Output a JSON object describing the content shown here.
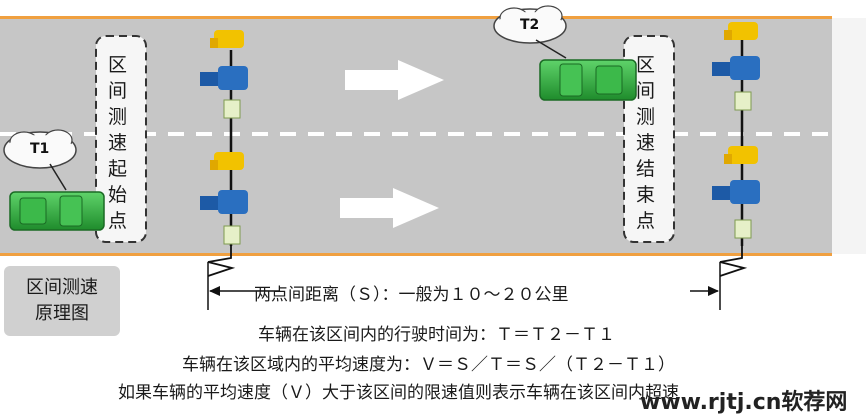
{
  "start_label": [
    "区",
    "间",
    "测",
    "速",
    "起",
    "始",
    "点"
  ],
  "end_label": [
    "区",
    "间",
    "测",
    "速",
    "结",
    "束",
    "点"
  ],
  "car_labels": {
    "t1": "T1",
    "t2": "T2"
  },
  "legend": [
    "区间测速",
    "原理图"
  ],
  "distance_text": "两点间距离（Ｓ）：一般为１０～２０公里",
  "lines": [
    "车辆在该区间内的行驶时间为：Ｔ＝Ｔ２－Ｔ１",
    "车辆在该区域内的平均速度为：Ｖ＝Ｓ／Ｔ＝Ｓ／（Ｔ２－Ｔ１）",
    "如果车辆的平均速度（Ｖ）大于该区间的限速值则表示车辆在该区间内超速"
  ],
  "watermark": "www.rjtj.cn软荐网",
  "colors": {
    "road": "#c4c4c4",
    "edge": "#f0a040",
    "car": "#2fae3f",
    "camera": "#2a6fc0",
    "lamp": "#f2c200"
  }
}
